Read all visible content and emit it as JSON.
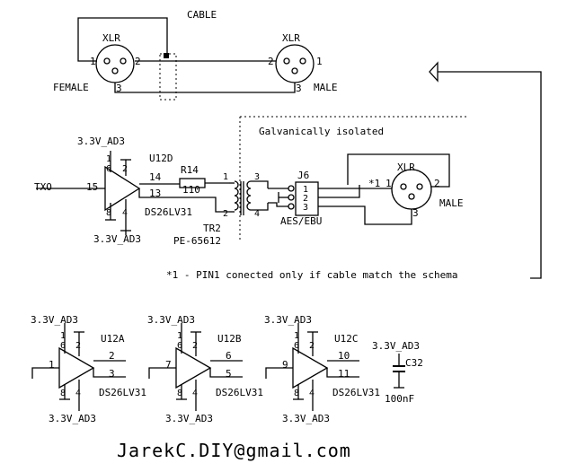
{
  "cable": {
    "title": "CABLE",
    "female": {
      "connector": "XLR",
      "gender": "FEMALE",
      "pin1": "1",
      "pin2": "2",
      "pin3": "3"
    },
    "male": {
      "connector": "XLR",
      "gender": "MALE",
      "pin1": "1",
      "pin2": "2",
      "pin3": "3"
    }
  },
  "isolation": {
    "label": "Galvanically isolated"
  },
  "driver_main": {
    "vcc_top": "3.3V_AD3",
    "vcc_bottom": "3.3V_AD3",
    "ref": "U12D",
    "part": "DS26LV31",
    "pin_top1": "1",
    "pin_top6": "6",
    "pin_top2": "2",
    "pin_in": "15",
    "pin_out_p": "14",
    "pin_out_n": "13",
    "pin_gnd": "8",
    "pin_4": "4",
    "input_net": "TXO"
  },
  "resistor": {
    "ref": "R14",
    "value": "110"
  },
  "transformer": {
    "ref": "TR2",
    "part": "PE-65612",
    "p1": "1",
    "p2": "2",
    "s3": "3",
    "s4": "4"
  },
  "jack": {
    "ref": "J6",
    "type": "AES/EBU",
    "p1": "1",
    "p2": "2",
    "p3": "3"
  },
  "out_xlr": {
    "connector": "XLR",
    "gender": "MALE",
    "pin1": "1",
    "pin2": "2",
    "pin3": "3",
    "note_mark": "*1"
  },
  "footnote": "*1 - PIN1 conected only if cable match the schema",
  "spare_drivers": [
    {
      "ref": "U12A",
      "part": "DS26LV31",
      "vcc_top": "3.3V_AD3",
      "vcc_bottom": "3.3V_AD3",
      "pin_in": "1",
      "pin_out_p": "2",
      "pin_out_n": "3",
      "pin1": "1",
      "pin6": "6",
      "pin2": "2",
      "pin8": "8",
      "pin4": "4"
    },
    {
      "ref": "U12B",
      "part": "DS26LV31",
      "vcc_top": "3.3V_AD3",
      "vcc_bottom": "3.3V_AD3",
      "pin_in": "7",
      "pin_out_p": "6",
      "pin_out_n": "5",
      "pin1": "1",
      "pin6": "6",
      "pin2": "2",
      "pin8": "8",
      "pin4": "4"
    },
    {
      "ref": "U12C",
      "part": "DS26LV31",
      "vcc_top": "3.3V_AD3",
      "vcc_bottom": "3.3V_AD3",
      "pin_in": "9",
      "pin_out_p": "10",
      "pin_out_n": "11",
      "pin1": "1",
      "pin6": "6",
      "pin2": "2",
      "pin8": "8",
      "pin4": "4"
    }
  ],
  "decoupling": {
    "vcc": "3.3V_AD3",
    "ref": "C32",
    "value": "100nF"
  },
  "email": "JarekC.DIY@gmail.com"
}
